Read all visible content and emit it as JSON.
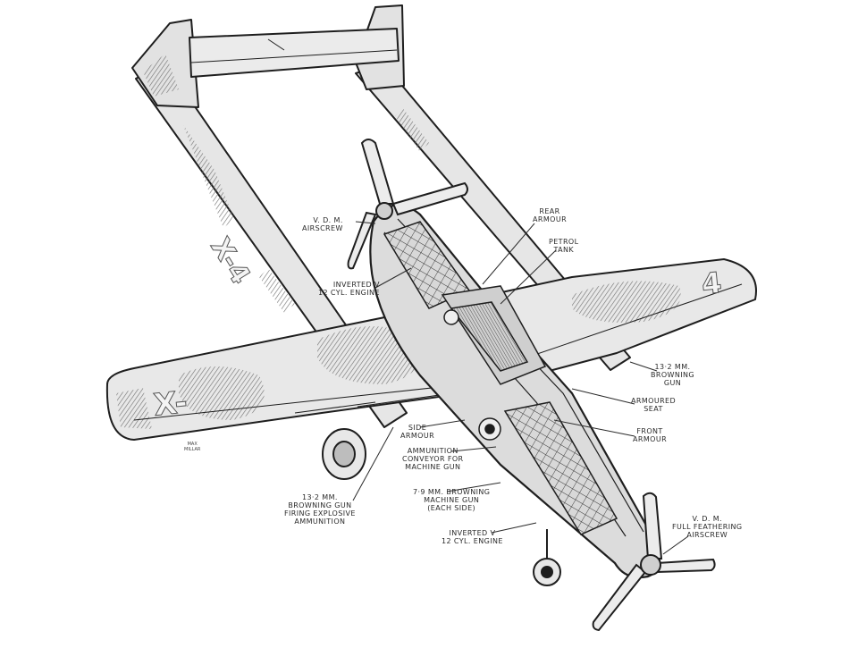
{
  "markings": {
    "boom_code": "X-4",
    "wing_code": "X-",
    "wing_number": "4"
  },
  "labels": {
    "vdm_airscrew": [
      "V. D. M.",
      "AIRSCREW"
    ],
    "rear_armour": [
      "REAR",
      "ARMOUR"
    ],
    "petrol_tank": [
      "PETROL",
      "TANK"
    ],
    "inverted_v_rear": [
      "INVERTED V",
      "12 CYL. ENGINE"
    ],
    "browning_gun_13_2": [
      "13·2 MM.",
      "BROWNING",
      "GUN"
    ],
    "armoured_seat": [
      "ARMOURED",
      "SEAT"
    ],
    "side_armour": [
      "SIDE",
      "ARMOUR"
    ],
    "front_armour": [
      "FRONT",
      "ARMOUR"
    ],
    "ammunition_conveyor": [
      "AMMUNITION",
      "CONVEYOR FOR",
      "MACHINE GUN"
    ],
    "browning_explosive": [
      "13·2 MM.",
      "BROWNING GUN",
      "FIRING EXPLOSIVE",
      "AMMUNITION"
    ],
    "browning_mg_7_9": [
      "7·9 MM. BROWNING",
      "MACHINE GUN",
      "(EACH SIDE)"
    ],
    "inverted_v_front": [
      "INVERTED V",
      "12 CYL. ENGINE"
    ],
    "vdm_full_feathering": [
      "V. D. M.",
      "FULL FEATHERING",
      "AIRSCREW"
    ]
  },
  "signature": [
    "MAX",
    "MILLAR"
  ],
  "colors": {
    "ink": "#1e1e1e",
    "camo_light": "#e4e4e4",
    "camo_dark": "#8a8a8a",
    "metal": "#cfcfcf"
  }
}
